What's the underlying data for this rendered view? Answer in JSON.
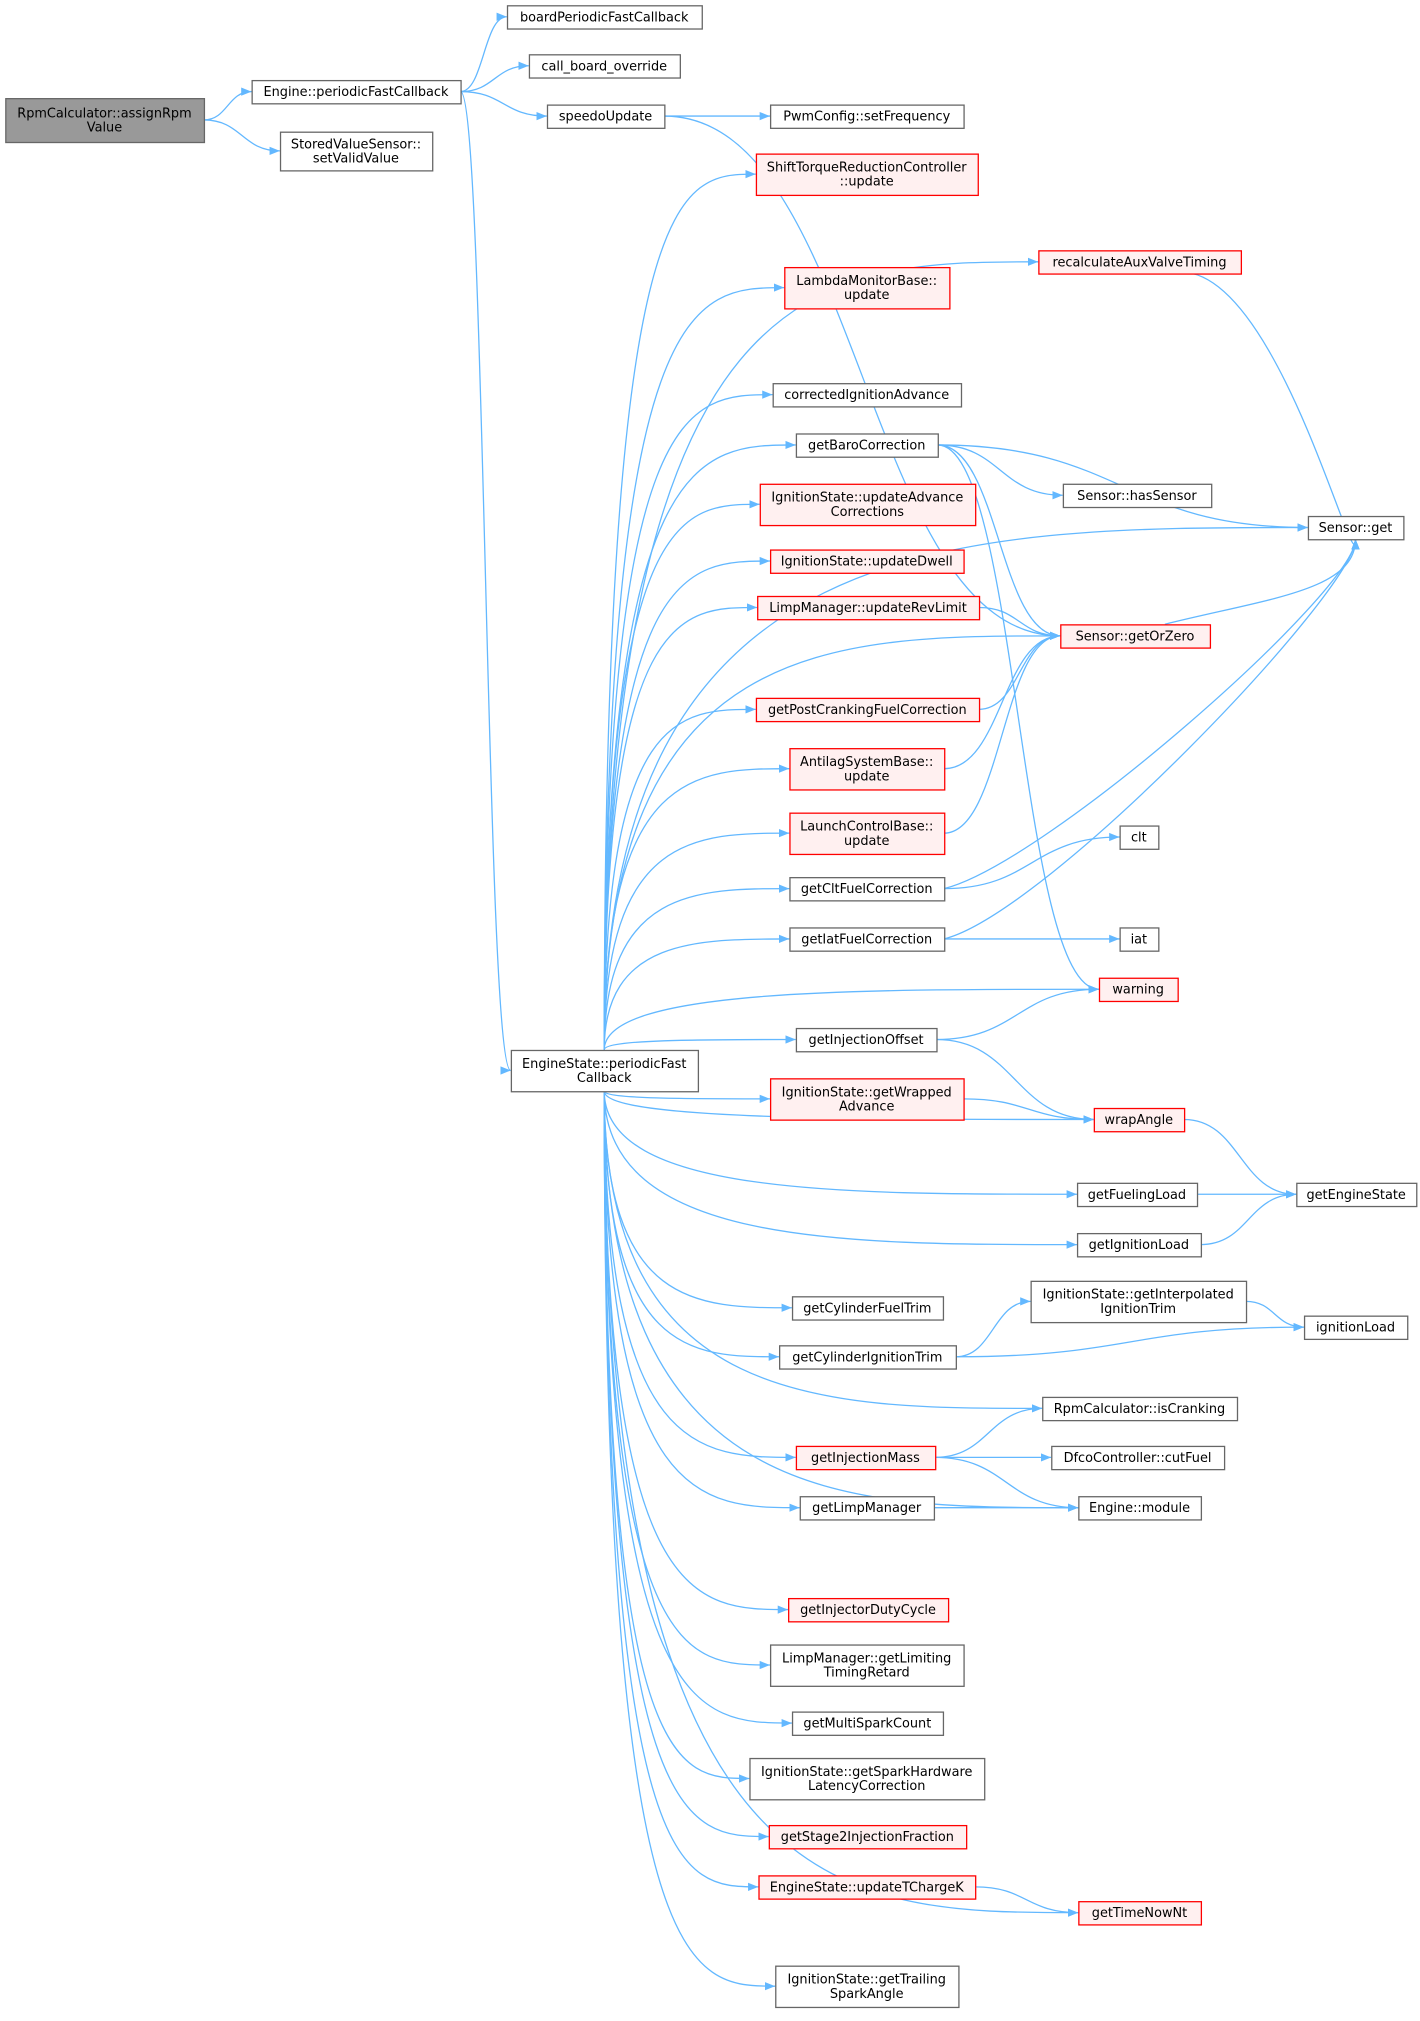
{
  "graph": {
    "nodes": [
      {
        "id": "assign",
        "lines": [
          "RpmCalculator::assignRpm",
          "Value"
        ],
        "style": "current"
      },
      {
        "id": "engine",
        "lines": [
          "Engine::periodicFastCallback"
        ],
        "style": "normal"
      },
      {
        "id": "stored",
        "lines": [
          "StoredValueSensor::",
          "setValidValue"
        ],
        "style": "normal"
      },
      {
        "id": "board",
        "lines": [
          "boardPeriodicFastCallback"
        ],
        "style": "normal"
      },
      {
        "id": "callboard",
        "lines": [
          "call_board_override"
        ],
        "style": "normal"
      },
      {
        "id": "speedo",
        "lines": [
          "speedoUpdate"
        ],
        "style": "normal"
      },
      {
        "id": "pwm",
        "lines": [
          "PwmConfig::setFrequency"
        ],
        "style": "normal"
      },
      {
        "id": "shift",
        "lines": [
          "ShiftTorqueReductionController",
          "::update"
        ],
        "style": "red"
      },
      {
        "id": "recalc",
        "lines": [
          "recalculateAuxValveTiming"
        ],
        "style": "red"
      },
      {
        "id": "lambda",
        "lines": [
          "LambdaMonitorBase::",
          "update"
        ],
        "style": "red"
      },
      {
        "id": "corrected",
        "lines": [
          "correctedIgnitionAdvance"
        ],
        "style": "normal"
      },
      {
        "id": "baro",
        "lines": [
          "getBaroCorrection"
        ],
        "style": "normal"
      },
      {
        "id": "updadv",
        "lines": [
          "IgnitionState::updateAdvance",
          "Corrections"
        ],
        "style": "red"
      },
      {
        "id": "hassensor",
        "lines": [
          "Sensor::hasSensor"
        ],
        "style": "normal"
      },
      {
        "id": "sensorget",
        "lines": [
          "Sensor::get"
        ],
        "style": "normal"
      },
      {
        "id": "upddwell",
        "lines": [
          "IgnitionState::updateDwell"
        ],
        "style": "red"
      },
      {
        "id": "revlimit",
        "lines": [
          "LimpManager::updateRevLimit"
        ],
        "style": "red"
      },
      {
        "id": "getorzero",
        "lines": [
          "Sensor::getOrZero"
        ],
        "style": "red"
      },
      {
        "id": "postcrank",
        "lines": [
          "getPostCrankingFuelCorrection"
        ],
        "style": "red"
      },
      {
        "id": "antilag",
        "lines": [
          "AntilagSystemBase::",
          "update"
        ],
        "style": "red"
      },
      {
        "id": "launch",
        "lines": [
          "LaunchControlBase::",
          "update"
        ],
        "style": "red"
      },
      {
        "id": "clt",
        "lines": [
          "clt"
        ],
        "style": "normal"
      },
      {
        "id": "cltfuel",
        "lines": [
          "getCltFuelCorrection"
        ],
        "style": "normal"
      },
      {
        "id": "iatfuel",
        "lines": [
          "getIatFuelCorrection"
        ],
        "style": "normal"
      },
      {
        "id": "iat",
        "lines": [
          "iat"
        ],
        "style": "normal"
      },
      {
        "id": "warning",
        "lines": [
          "warning"
        ],
        "style": "red"
      },
      {
        "id": "injoffset",
        "lines": [
          "getInjectionOffset"
        ],
        "style": "normal"
      },
      {
        "id": "espfc",
        "lines": [
          "EngineState::periodicFast",
          "Callback"
        ],
        "style": "normal"
      },
      {
        "id": "wrapped",
        "lines": [
          "IgnitionState::getWrapped",
          "Advance"
        ],
        "style": "red"
      },
      {
        "id": "wrapangle",
        "lines": [
          "wrapAngle"
        ],
        "style": "red"
      },
      {
        "id": "fuelingload",
        "lines": [
          "getFuelingLoad"
        ],
        "style": "normal"
      },
      {
        "id": "enginestate",
        "lines": [
          "getEngineState"
        ],
        "style": "normal"
      },
      {
        "id": "ignitionloadget",
        "lines": [
          "getIgnitionLoad"
        ],
        "style": "normal"
      },
      {
        "id": "cylfuel",
        "lines": [
          "getCylinderFuelTrim"
        ],
        "style": "normal"
      },
      {
        "id": "interp",
        "lines": [
          "IgnitionState::getInterpolated",
          "IgnitionTrim"
        ],
        "style": "normal"
      },
      {
        "id": "ignitionload",
        "lines": [
          "ignitionLoad"
        ],
        "style": "normal"
      },
      {
        "id": "cylign",
        "lines": [
          "getCylinderIgnitionTrim"
        ],
        "style": "normal"
      },
      {
        "id": "iscranking",
        "lines": [
          "RpmCalculator::isCranking"
        ],
        "style": "normal"
      },
      {
        "id": "injmass",
        "lines": [
          "getInjectionMass"
        ],
        "style": "red"
      },
      {
        "id": "cutfuel",
        "lines": [
          "DfcoController::cutFuel"
        ],
        "style": "normal"
      },
      {
        "id": "limpmgr",
        "lines": [
          "getLimpManager"
        ],
        "style": "normal"
      },
      {
        "id": "module",
        "lines": [
          "Engine::module"
        ],
        "style": "normal"
      },
      {
        "id": "injduty",
        "lines": [
          "getInjectorDutyCycle"
        ],
        "style": "red"
      },
      {
        "id": "limiting",
        "lines": [
          "LimpManager::getLimiting",
          "TimingRetard"
        ],
        "style": "normal"
      },
      {
        "id": "multispark",
        "lines": [
          "getMultiSparkCount"
        ],
        "style": "normal"
      },
      {
        "id": "sparkhw",
        "lines": [
          "IgnitionState::getSparkHardware",
          "LatencyCorrection"
        ],
        "style": "normal"
      },
      {
        "id": "stage2",
        "lines": [
          "getStage2InjectionFraction"
        ],
        "style": "red"
      },
      {
        "id": "tcharge",
        "lines": [
          "EngineState::updateTChargeK"
        ],
        "style": "red"
      },
      {
        "id": "timenow",
        "lines": [
          "getTimeNowNt"
        ],
        "style": "red"
      },
      {
        "id": "trailing",
        "lines": [
          "IgnitionState::getTrailing",
          "SparkAngle"
        ],
        "style": "normal"
      }
    ],
    "edges": [
      [
        "assign",
        "engine"
      ],
      [
        "assign",
        "stored"
      ],
      [
        "engine",
        "board"
      ],
      [
        "engine",
        "callboard"
      ],
      [
        "engine",
        "speedo"
      ],
      [
        "engine",
        "espfc"
      ],
      [
        "speedo",
        "pwm"
      ],
      [
        "speedo",
        "getorzero"
      ],
      [
        "espfc",
        "shift"
      ],
      [
        "espfc",
        "recalc"
      ],
      [
        "espfc",
        "lambda"
      ],
      [
        "espfc",
        "sensorget"
      ],
      [
        "espfc",
        "corrected"
      ],
      [
        "espfc",
        "baro"
      ],
      [
        "espfc",
        "updadv"
      ],
      [
        "espfc",
        "upddwell"
      ],
      [
        "espfc",
        "revlimit"
      ],
      [
        "espfc",
        "getorzero"
      ],
      [
        "espfc",
        "postcrank"
      ],
      [
        "espfc",
        "antilag"
      ],
      [
        "espfc",
        "launch"
      ],
      [
        "espfc",
        "cltfuel"
      ],
      [
        "espfc",
        "iatfuel"
      ],
      [
        "espfc",
        "warning"
      ],
      [
        "espfc",
        "injoffset"
      ],
      [
        "espfc",
        "wrapped"
      ],
      [
        "espfc",
        "wrapangle"
      ],
      [
        "espfc",
        "fuelingload"
      ],
      [
        "espfc",
        "ignitionloadget"
      ],
      [
        "espfc",
        "cylfuel"
      ],
      [
        "espfc",
        "cylign"
      ],
      [
        "espfc",
        "iscranking"
      ],
      [
        "espfc",
        "injmass"
      ],
      [
        "espfc",
        "limpmgr"
      ],
      [
        "espfc",
        "module"
      ],
      [
        "espfc",
        "injduty"
      ],
      [
        "espfc",
        "limiting"
      ],
      [
        "espfc",
        "multispark"
      ],
      [
        "espfc",
        "sparkhw"
      ],
      [
        "espfc",
        "stage2"
      ],
      [
        "espfc",
        "tcharge"
      ],
      [
        "espfc",
        "timenow"
      ],
      [
        "espfc",
        "trailing"
      ],
      [
        "recalc",
        "sensorget"
      ],
      [
        "baro",
        "sensorget"
      ],
      [
        "baro",
        "hassensor"
      ],
      [
        "baro",
        "getorzero"
      ],
      [
        "baro",
        "warning"
      ],
      [
        "getorzero",
        "sensorget"
      ],
      [
        "revlimit",
        "getorzero"
      ],
      [
        "postcrank",
        "getorzero"
      ],
      [
        "antilag",
        "getorzero"
      ],
      [
        "launch",
        "getorzero"
      ],
      [
        "cltfuel",
        "clt"
      ],
      [
        "cltfuel",
        "sensorget"
      ],
      [
        "iatfuel",
        "iat"
      ],
      [
        "iatfuel",
        "sensorget"
      ],
      [
        "injoffset",
        "warning"
      ],
      [
        "injoffset",
        "wrapangle"
      ],
      [
        "wrapped",
        "wrapangle"
      ],
      [
        "wrapangle",
        "enginestate"
      ],
      [
        "fuelingload",
        "enginestate"
      ],
      [
        "ignitionloadget",
        "enginestate"
      ],
      [
        "cylign",
        "interp"
      ],
      [
        "cylign",
        "ignitionload"
      ],
      [
        "interp",
        "ignitionload"
      ],
      [
        "injmass",
        "iscranking"
      ],
      [
        "injmass",
        "cutfuel"
      ],
      [
        "injmass",
        "module"
      ],
      [
        "limpmgr",
        "module"
      ],
      [
        "tcharge",
        "timenow"
      ]
    ],
    "colors": {
      "edge": "#63b8ff",
      "red_border": "#ff0000",
      "red_fill": "#fff0f0",
      "current_fill": "#999999"
    }
  }
}
